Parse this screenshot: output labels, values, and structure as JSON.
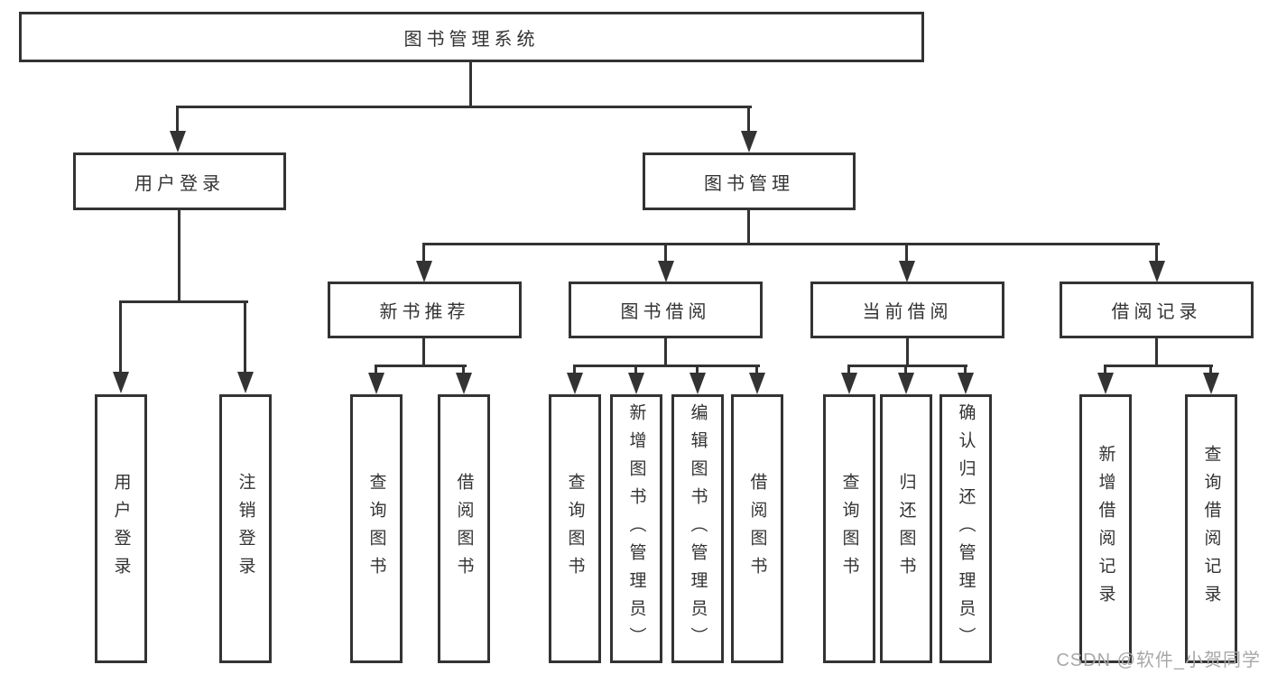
{
  "diagram_type": "hierarchy-tree",
  "nodes": {
    "root": "图书管理系统",
    "user_login": "用户登录",
    "book_mgmt": "图书管理",
    "new_books": "新书推荐",
    "book_borrow": "图书借阅",
    "current_borrow": "当前借阅",
    "borrow_records": "借阅记录",
    "leaf_login": "用户登录",
    "leaf_logout": "注销登录",
    "leaf_nb_query": "查询图书",
    "leaf_nb_borrow": "借阅图书",
    "leaf_bb_query": "查询图书",
    "leaf_bb_add": "新增图书（管理员）",
    "leaf_bb_edit": "编辑图书（管理员）",
    "leaf_bb_borrow": "借阅图书",
    "leaf_cb_query": "查询图书",
    "leaf_cb_return": "归还图书",
    "leaf_cb_confirm": "确认归还（管理员）",
    "leaf_rec_add": "新增借阅记录",
    "leaf_rec_query": "查询借阅记录"
  },
  "watermark": "CSDN @软件_小贺同学",
  "colors": {
    "line": "#333333",
    "background": "#ffffff",
    "watermark": "#a8a8a8"
  }
}
